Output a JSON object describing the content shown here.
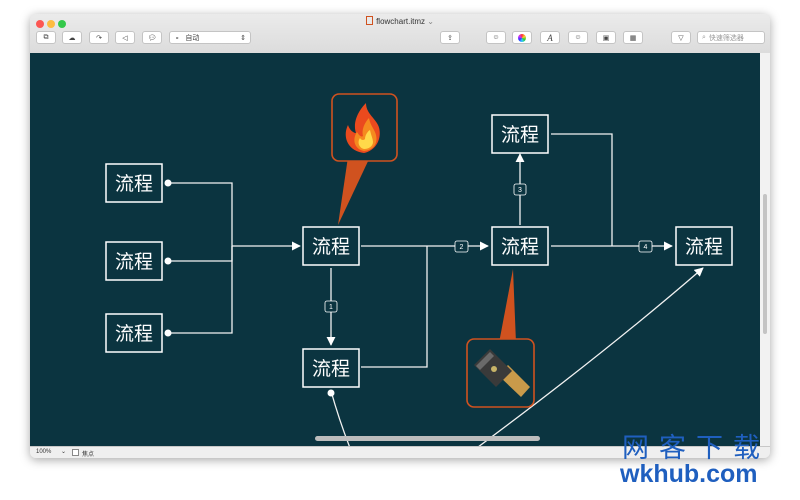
{
  "window": {
    "title": "flowchart.itmz",
    "traffic_colors": [
      "#fc5753",
      "#fdbc40",
      "#34c84a"
    ]
  },
  "toolbar": {
    "style_select_value": "自动",
    "search_placeholder": "快速筛选器",
    "icons": [
      "topic-icon",
      "subtopic-icon",
      "relation-icon",
      "tag-icon",
      "callout-icon",
      "share-icon",
      "format-icon",
      "color-icon",
      "font-icon",
      "emoji-icon",
      "image-icon",
      "table-icon",
      "filter-icon",
      "search-icon"
    ]
  },
  "canvas": {
    "background": "#0b3440",
    "accent": "#d0521f",
    "nodes": {
      "left_top": "流程",
      "left_middle": "流程",
      "left_bottom": "流程",
      "center": "流程",
      "center_bottom": "流程",
      "right_center": "流程",
      "right_top": "流程",
      "far_right": "流程"
    },
    "edge_labels": {
      "e1": "1",
      "e2": "2",
      "e3": "3",
      "e4": "4"
    },
    "callouts": [
      "fire-icon",
      "hammer-icon"
    ]
  },
  "statusbar": {
    "zoom": "100%",
    "focus_label": "焦点"
  },
  "watermark": {
    "line1": "网客下载",
    "line2": "wkhub.com"
  }
}
